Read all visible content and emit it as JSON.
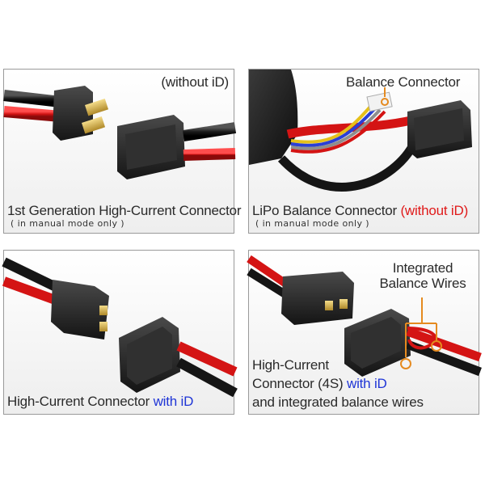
{
  "panels": [
    {
      "caption": "1st Generation High-Current Connector",
      "note": "(without iD)",
      "sub": "( in manual mode only )"
    },
    {
      "caption_pre": "LiPo Balance Connector ",
      "caption_red": "(without iD)",
      "sub": "( in manual mode only )",
      "callout": "Balance Connector"
    },
    {
      "caption_pre": "High-Current Connector ",
      "caption_blue": "with iD"
    },
    {
      "caption_line1": "High-Current",
      "caption_line2_pre": "Connector (4S) ",
      "caption_line2_blue": "with iD",
      "caption_line3": "and integrated balance wires",
      "callout_line1": "Integrated",
      "callout_line2": "Balance Wires"
    }
  ],
  "colors": {
    "accent_red": "#e01a1a",
    "accent_blue": "#1f35d6",
    "callout_orange": "#e58a1f",
    "wire_red": "#d41414",
    "connector_black": "#2a2a2a"
  },
  "icons": [
    "traxxas-connector-icon",
    "lipo-battery-icon",
    "balance-plug-icon"
  ]
}
